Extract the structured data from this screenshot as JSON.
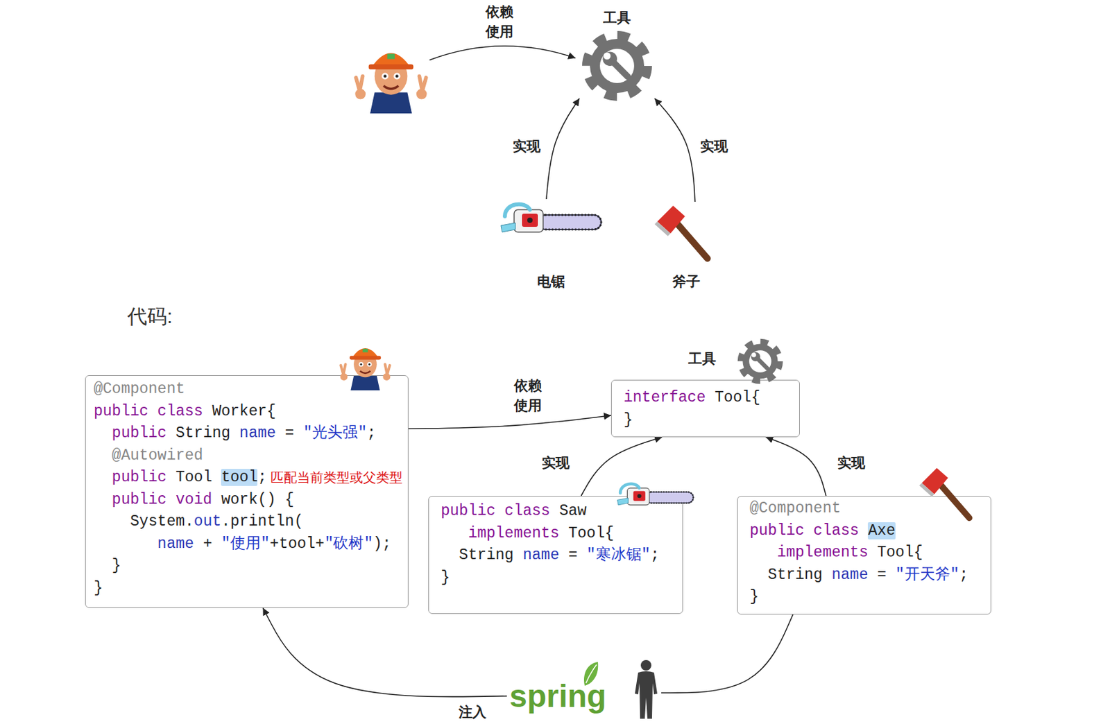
{
  "diagram": {
    "nodes": [
      {
        "text": [
          "工具"
        ]
      },
      {
        "text": [
          "电锯"
        ]
      },
      {
        "text": [
          "斧子"
        ]
      },
      {
        "text": [
          "@Component",
          "public class Worker{",
          "public String name = \"光头强\";",
          "@Autowired",
          "public Tool tool;",
          "public void work() {",
          "System.out.println(",
          "name + \"使用\"+tool+\"砍树\");",
          "}",
          "}"
        ]
      },
      {
        "text": [
          "工具",
          "interface Tool{",
          "}"
        ]
      },
      {
        "text": [
          "public class Saw",
          "implements Tool{",
          "String name = \"寒冰锯\";",
          "}"
        ]
      },
      {
        "text": [
          "@Component",
          "public class Axe",
          "implements Tool{",
          "String name = \"开天斧\";",
          "}"
        ]
      },
      {
        "text": [
          "spring"
        ]
      }
    ],
    "edges": [
      {
        "from": 1,
        "to": 0,
        "arrow": "to",
        "label": "实现"
      },
      {
        "from": 2,
        "to": 0,
        "arrow": "to",
        "label": "实现"
      },
      {
        "from": 3,
        "to": 4,
        "arrow": "to",
        "label": "依赖 使用"
      },
      {
        "from": 5,
        "to": 4,
        "arrow": "to",
        "label": "实现"
      },
      {
        "from": 6,
        "to": 4,
        "arrow": "to",
        "label": "实现"
      },
      {
        "from": 6,
        "to": 7,
        "arrow": "none"
      },
      {
        "from": 7,
        "to": 3,
        "arrow": "to",
        "label": "注入"
      }
    ],
    "labels": [
      "依赖 使用",
      "代码:",
      "匹配当前类型或父类型"
    ]
  }
}
